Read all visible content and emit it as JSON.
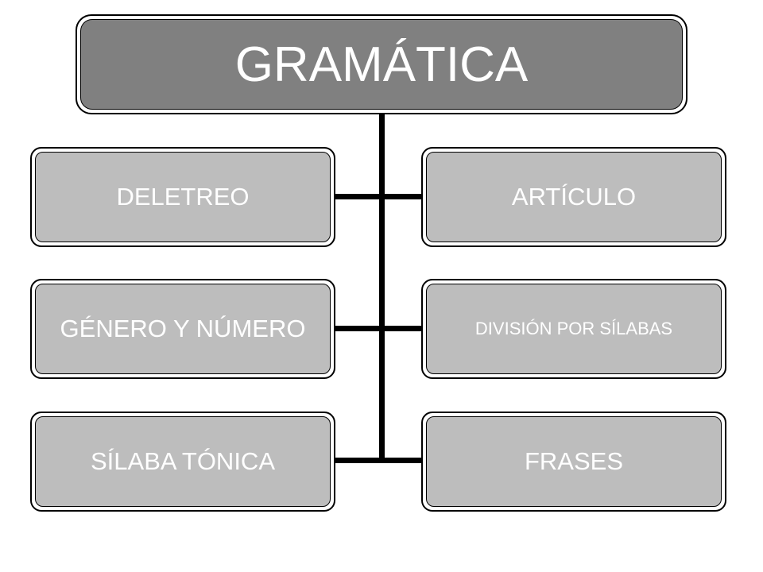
{
  "diagram": {
    "title": "GRAMÁTICA",
    "left_items": [
      {
        "label": "DELETREO"
      },
      {
        "label": "GÉNERO Y NÚMERO"
      },
      {
        "label": "SÍLABA TÓNICA"
      }
    ],
    "right_items": [
      {
        "label": "ARTÍCULO"
      },
      {
        "label": "DIVISIÓN POR SÍLABAS"
      },
      {
        "label": "FRASES"
      }
    ]
  },
  "colors": {
    "title_fill": "#808080",
    "box_fill": "#bdbdbd",
    "text": "#ffffff",
    "lines": "#000000"
  }
}
